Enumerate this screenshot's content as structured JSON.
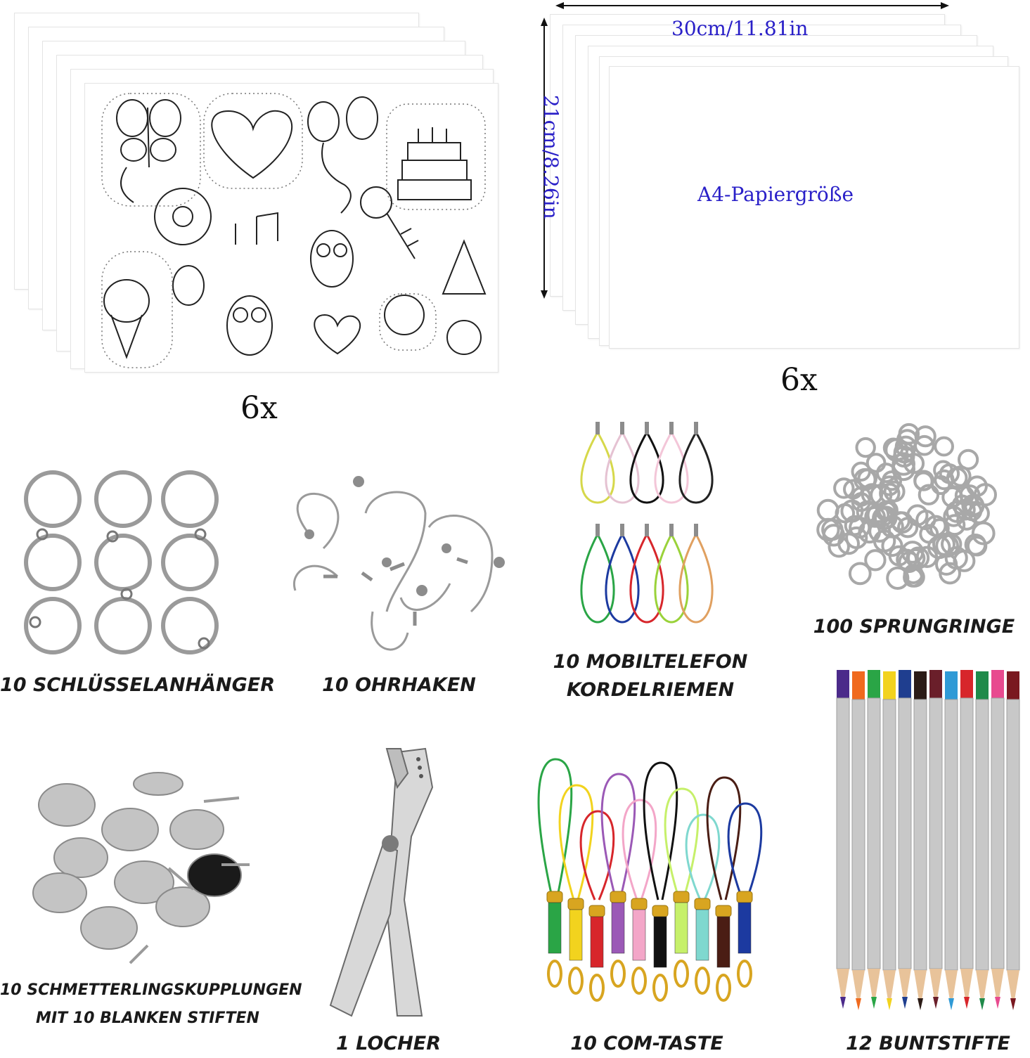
{
  "top_left": {
    "count": "6x"
  },
  "top_right": {
    "count": "6x",
    "width_label": "30cm/11.81in",
    "height_label": "21cm/8.26in",
    "paper_label": "A4-Papiergröße"
  },
  "items": {
    "keychains": "10 SCHLÜSSELANHÄNGER",
    "earhooks": "10 OHRHAKEN",
    "lanyards_line1": "10 MOBILTELEFON",
    "lanyards_line2": "KORDELRIEMEN",
    "jumprings": "100 SPRUNGRINGE",
    "clutches_line1": "10 SCHMETTERLINGSKUPPLUNGEN",
    "clutches_line2": "MIT 10 BLANKEN STIFTEN",
    "punch": "1 LOCHER",
    "straps": "10 COM-TASTE",
    "pencils": "12 BUNTSTIFTE"
  },
  "colors": {
    "dimension_text": "#2a20c8",
    "caption_text": "#1a1a1a",
    "pencil_colors": [
      "#4b2a8a",
      "#f06a1e",
      "#2aa546",
      "#f2d31e",
      "#1f3e8f",
      "#2b1b16",
      "#6a1f2a",
      "#2f9ad6",
      "#d7262b",
      "#1f8a4a",
      "#e84a8f",
      "#7a1820"
    ],
    "strap_colors": [
      "#2aa546",
      "#f2d31e",
      "#d7262b",
      "#9b59b6",
      "#f3a6c8",
      "#111111",
      "#c6f06a",
      "#7fd8cf",
      "#4a1d14",
      "#1c3aa0"
    ]
  }
}
